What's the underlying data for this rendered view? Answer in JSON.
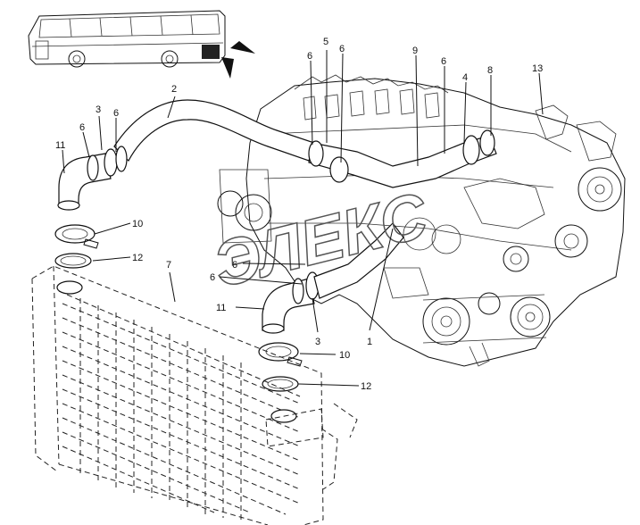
{
  "watermark": "ЭЛЕКС",
  "callouts": [
    {
      "id": "c2",
      "text": "2"
    },
    {
      "id": "c3a",
      "text": "3"
    },
    {
      "id": "c6a",
      "text": "6"
    },
    {
      "id": "c6b",
      "text": "6"
    },
    {
      "id": "c11a",
      "text": "11"
    },
    {
      "id": "c10a",
      "text": "10"
    },
    {
      "id": "c12a",
      "text": "12"
    },
    {
      "id": "c7",
      "text": "7"
    },
    {
      "id": "c5",
      "text": "5"
    },
    {
      "id": "c6c",
      "text": "6"
    },
    {
      "id": "c6d",
      "text": "6"
    },
    {
      "id": "c9",
      "text": "9"
    },
    {
      "id": "c6e",
      "text": "6"
    },
    {
      "id": "c8",
      "text": "8"
    },
    {
      "id": "c4",
      "text": "4"
    },
    {
      "id": "c13",
      "text": "13"
    },
    {
      "id": "c6f",
      "text": "6"
    },
    {
      "id": "c6g",
      "text": "6"
    },
    {
      "id": "c11b",
      "text": "11"
    },
    {
      "id": "c3b",
      "text": "3"
    },
    {
      "id": "c1",
      "text": "1"
    },
    {
      "id": "c10b",
      "text": "10"
    },
    {
      "id": "c12b",
      "text": "12"
    }
  ]
}
